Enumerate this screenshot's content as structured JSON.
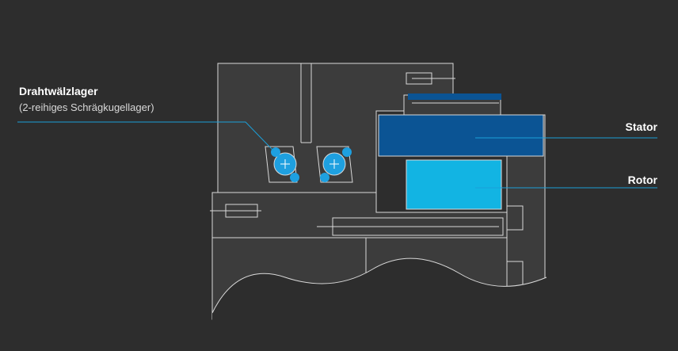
{
  "labels": {
    "bearing_title": "Drahtwälzlager",
    "bearing_subtitle": "(2-reihiges Schrägkugellager)",
    "stator": "Stator",
    "rotor": "Rotor"
  },
  "colors": {
    "background": "#2d2d2d",
    "housing_fill": "#3c3c3c",
    "outline": "#d9d9d9",
    "stator": "#0b5494",
    "rotor": "#12b4e3",
    "ball": "#1ea0e0",
    "leader": "#1b9fd8"
  }
}
